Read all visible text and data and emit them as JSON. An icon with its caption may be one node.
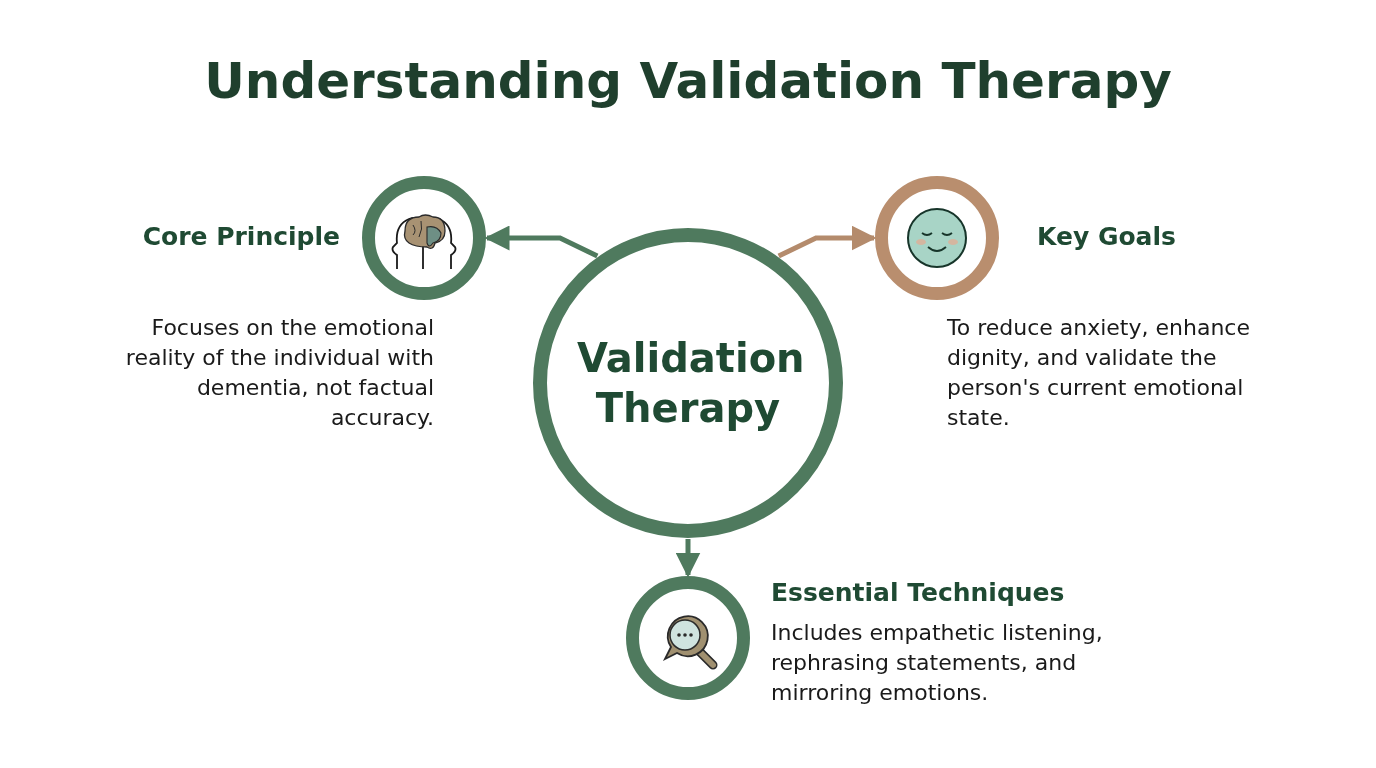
{
  "diagram": {
    "title": "Understanding Validation Therapy",
    "nodes": [
      {
        "text": [
          "Validation Therapy"
        ]
      },
      {
        "text": [
          "Core Principle"
        ],
        "beside": [
          "Focuses on the emotional reality of the individual with dementia, not factual accuracy."
        ]
      },
      {
        "text": [
          "Key Goals"
        ],
        "beside": [
          "To reduce anxiety, enhance dignity, and validate the person's current emotional state."
        ]
      },
      {
        "text": [
          "Essential Techniques"
        ],
        "beside": [
          "Includes empathetic listening, rephrasing statements, and mirroring emotions."
        ]
      }
    ],
    "edges": [
      {
        "from": 0,
        "to": 1,
        "arrow": "to"
      },
      {
        "from": 0,
        "to": 2,
        "arrow": "to",
        "color": "#b48b6c"
      },
      {
        "from": 0,
        "to": 3,
        "arrow": "to"
      }
    ]
  }
}
